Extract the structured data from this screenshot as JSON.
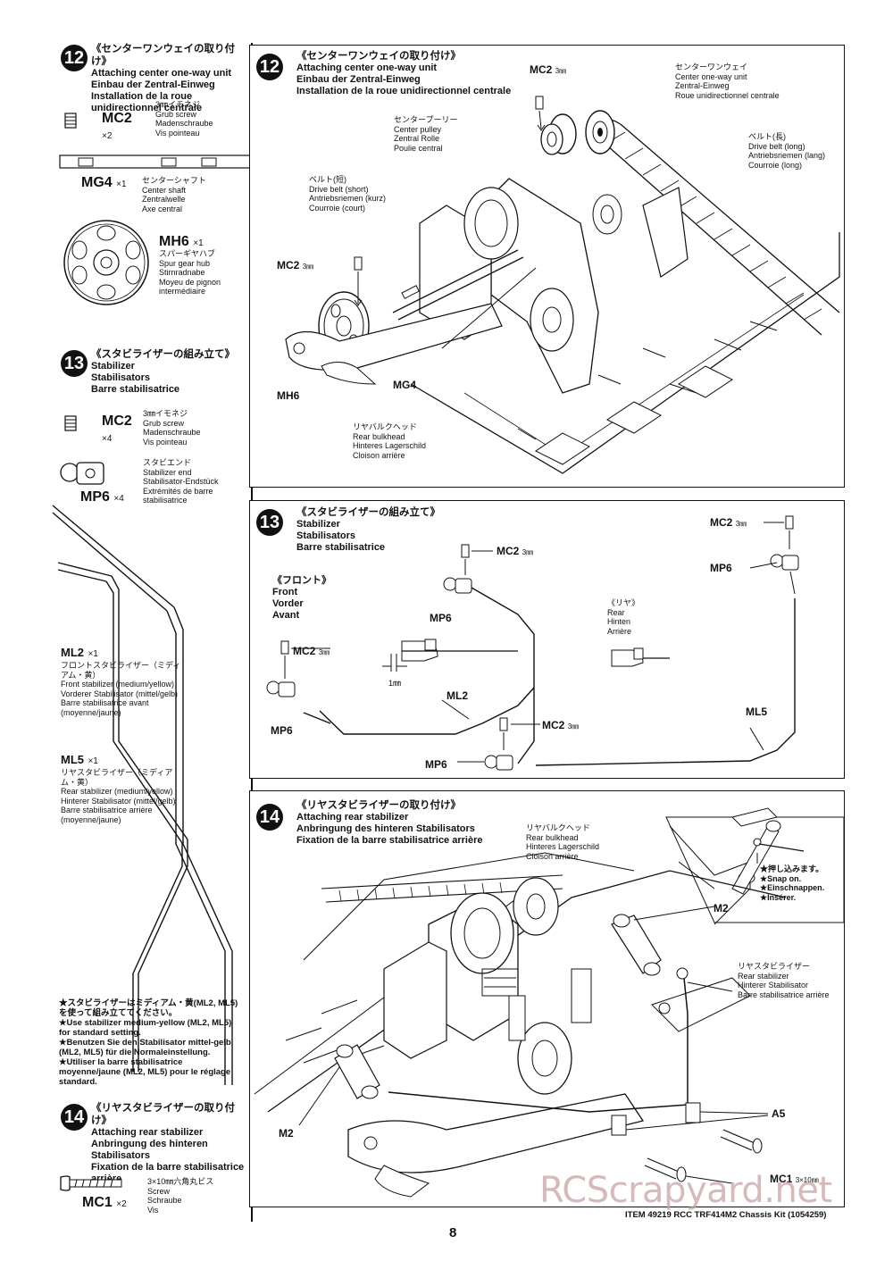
{
  "left": {
    "step12": {
      "num": "12",
      "jp": "《センターワンウェイの取り付け》",
      "en": "Attaching center one-way unit",
      "de": "Einbau der Zentral-Einweg",
      "fr": "Installation de la roue unidirectionnel centrale",
      "parts": [
        {
          "code": "MC2",
          "qty": "×2",
          "jp": "3㎜イモネジ",
          "en": "Grub screw",
          "de": "Madenschraube",
          "fr": "Vis pointeau"
        },
        {
          "code": "MG4",
          "qty": "×1",
          "jp": "センターシャフト",
          "en": "Center shaft",
          "de": "Zentralwelle",
          "fr": "Axe central"
        },
        {
          "code": "MH6",
          "qty": "×1",
          "jp": "スパーギヤハブ",
          "en": "Spur gear hub",
          "de": "Stirnradnabe",
          "fr": "Moyeu de pignon intermédiaire"
        }
      ]
    },
    "step13": {
      "num": "13",
      "jp": "《スタビライザーの組み立て》",
      "en": "Stabilizer",
      "de": "Stabilisators",
      "fr": "Barre stabilisatrice",
      "parts": [
        {
          "code": "MC2",
          "qty": "×4",
          "jp": "3㎜イモネジ",
          "en": "Grub screw",
          "de": "Madenschraube",
          "fr": "Vis pointeau"
        },
        {
          "code": "MP6",
          "qty": "×4",
          "jp": "スタビエンド",
          "en": "Stabilizer end",
          "de": "Stabilisator-Endstück",
          "fr": "Extrémités de barre stabilisatrice"
        }
      ],
      "ml2": {
        "code": "ML2",
        "qty": "×1",
        "jp": "フロントスタビライザー（ミディアム・黄）",
        "en": "Front stabilizer (medium/yellow)",
        "de": "Vorderer Stabilisator (mittel/gelb)",
        "fr": "Barre stabilisatrice avant (moyenne/jaune)"
      },
      "ml5": {
        "code": "ML5",
        "qty": "×1",
        "jp": "リヤスタビライザー（ミディアム・黄）",
        "en": "Rear stabilizer (medium/yellow)",
        "de": "Hinterer Stabilisator (mittel/gelb)",
        "fr": "Barre stabilisatrice arrière (moyenne/jaune)"
      },
      "note": [
        "★スタビライザーはミディアム・黄(ML2, ML5)を使って組み立ててください。",
        "★Use stabilizer medium-yellow (ML2, ML5) for standard setting.",
        "★Benutzen Sie den Stabilisator mittel-gelb (ML2, ML5) für die Normaleinstellung.",
        "★Utiliser la barre stabilisatrice moyenne/jaune (ML2, ML5) pour le réglage standard."
      ]
    },
    "step14": {
      "num": "14",
      "jp": "《リヤスタビライザーの取り付け》",
      "en": "Attaching rear stabilizer",
      "de": "Anbringung des hinteren Stabilisators",
      "fr": "Fixation de la barre stabilisatrice arrière",
      "parts": [
        {
          "code": "MC1",
          "qty": "×2",
          "jp": "3×10㎜六角丸ビス",
          "en": "Screw",
          "de": "Schraube",
          "fr": "Vis"
        }
      ]
    }
  },
  "panel12": {
    "num": "12",
    "jp": "《センターワンウェイの取り付け》",
    "en": "Attaching center one-way unit",
    "de": "Einbau der Zentral-Einweg",
    "fr": "Installation de la roue unidirectionnel centrale",
    "labels": {
      "mc2_top": "MC2",
      "mm3": "3㎜",
      "oneway_jp": "センターワンウェイ",
      "oneway_en": "Center one-way unit",
      "oneway_de": "Zentral-Einweg",
      "oneway_fr": "Roue unidirectionnel centrale",
      "pulley_jp": "センタープーリー",
      "pulley_en": "Center pulley",
      "pulley_de": "Zentral Rolle",
      "pulley_fr": "Poulie central",
      "beltl_jp": "ベルト(長)",
      "beltl_en": "Drive belt (long)",
      "beltl_de": "Antriebsriemen (lang)",
      "beltl_fr": "Courroie (long)",
      "belts_jp": "ベルト(短)",
      "belts_en": "Drive belt (short)",
      "belts_de": "Antriebsriemen (kurz)",
      "belts_fr": "Courroie (court)",
      "mc2_left": "MC2",
      "mh6": "MH6",
      "mg4": "MG4",
      "bulk_jp": "リヤバルクヘッド",
      "bulk_en": "Rear bulkhead",
      "bulk_de": "Hinteres Lagerschild",
      "bulk_fr": "Cloison arrière"
    }
  },
  "panel13": {
    "num": "13",
    "jp": "《スタビライザーの組み立て》",
    "en": "Stabilizer",
    "de": "Stabilisators",
    "fr": "Barre stabilisatrice",
    "front_jp": "《フロント》",
    "front_en": "Front",
    "front_de": "Vorder",
    "front_fr": "Avant",
    "rear_jp": "《リヤ》",
    "rear_en": "Rear",
    "rear_de": "Hinten",
    "rear_fr": "Arrière",
    "mc2": "MC2",
    "mm3": "3㎜",
    "mp6": "MP6",
    "ml2": "ML2",
    "ml5": "ML5",
    "gap": "1㎜"
  },
  "panel14": {
    "num": "14",
    "jp": "《リヤスタビライザーの取り付け》",
    "en": "Attaching rear stabilizer",
    "de": "Anbringung des hinteren Stabilisators",
    "fr": "Fixation de la barre stabilisatrice arrière",
    "bulk_jp": "リヤバルクヘッド",
    "bulk_en": "Rear bulkhead",
    "bulk_de": "Hinteres Lagerschild",
    "bulk_fr": "Cloison arrière",
    "snap_jp": "★押し込みます。",
    "snap_en": "★Snap on.",
    "snap_de": "★Einschnappen.",
    "snap_fr": "★Insérer.",
    "m2": "M2",
    "stab_jp": "リヤスタビライザー",
    "stab_en": "Rear stabilizer",
    "stab_de": "Hinterer Stabilisator",
    "stab_fr": "Barre stabilisatrice arrière",
    "a5": "A5",
    "mc1": "MC1",
    "mc1_size": "3×10㎜"
  },
  "footer": {
    "page": "8",
    "item": "ITEM 49219  RCC TRF414M2 Chassis Kit (1054259)",
    "watermark": "RCScrapyard.net"
  }
}
